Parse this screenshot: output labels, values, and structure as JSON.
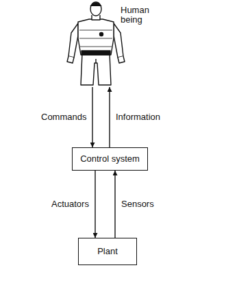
{
  "diagram": {
    "nodes": [
      {
        "text": [
          "Human being"
        ]
      },
      {
        "text": [
          "Control system"
        ]
      },
      {
        "text": [
          "Plant"
        ]
      }
    ],
    "edges": [
      {
        "from": 0,
        "to": 1,
        "arrow": "to",
        "label": "Commands"
      },
      {
        "from": 1,
        "to": 0,
        "arrow": "to",
        "label": "Information"
      },
      {
        "from": 1,
        "to": 2,
        "arrow": "to",
        "label": "Actuators"
      },
      {
        "from": 2,
        "to": 1,
        "arrow": "to",
        "label": "Sensors"
      }
    ]
  }
}
